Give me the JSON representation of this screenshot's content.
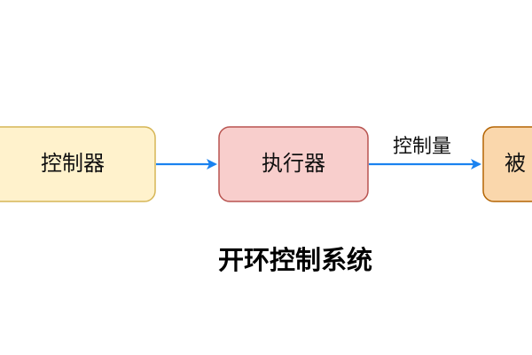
{
  "diagram": {
    "title": "开环控制系统",
    "nodes": {
      "controller": {
        "label": "控制器",
        "fill": "#fff2cc",
        "stroke": "#d6b656"
      },
      "actuator": {
        "label": "执行器",
        "fill": "#f8cecc",
        "stroke": "#b85450"
      },
      "controlled_object": {
        "label": "被",
        "fill": "#fad7ac",
        "stroke": "#b46504"
      }
    },
    "edges": {
      "controller_to_actuator": {
        "label": "",
        "color": "#1a82f0"
      },
      "actuator_to_object": {
        "label": "控制量",
        "color": "#1a82f0"
      }
    }
  }
}
